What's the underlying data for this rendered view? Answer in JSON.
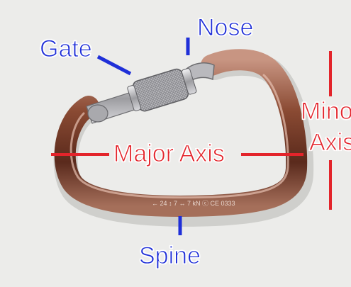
{
  "labels": {
    "gate": "Gate",
    "nose": "Nose",
    "major_axis": "Major Axis",
    "minor_axis_line1": "Minor",
    "minor_axis_line2": "Axis",
    "spine": "Spine"
  },
  "engraving": "← 24 ↕ 7 ↔ 7 kN ⓒ CE 0333",
  "colors": {
    "background": "#ececea",
    "blue_label": "#1f2fd8",
    "red_label": "#e3242b",
    "carabiner_body": "#7a3f2a",
    "gate_metal": "#bfbfc2"
  }
}
